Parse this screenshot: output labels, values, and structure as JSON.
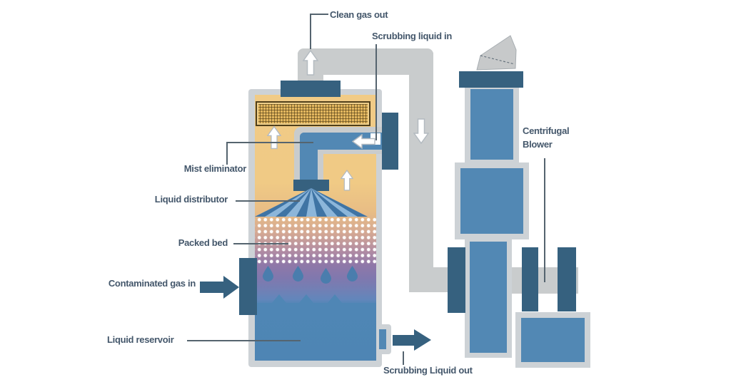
{
  "labels": {
    "clean_gas_out": "Clean gas out",
    "scrubbing_liquid_in": "Scrubbing liquid in",
    "mist_eliminator": "Mist eliminator",
    "liquid_distributor": "Liquid distributor",
    "packed_bed": "Packed bed",
    "contaminated_gas_in": "Contaminated gas in",
    "liquid_reservoir": "Liquid reservoir",
    "scrubbing_liquid_out": "Scrubbing Liquid out",
    "centrifugal_blower": "Centrifugal Blower"
  },
  "colors": {
    "dark_blue": "#36617f",
    "medium_blue": "#5288b4",
    "reservoir_blue": "#4f86b5",
    "light_blue": "#8cb6da",
    "cone_stripe_blue": "#3f74a4",
    "droplet_blue": "#4a7dad",
    "duct_gray": "#c9cccd",
    "shell_gray": "#cdd2d6",
    "mist_tan": "#e3b75f",
    "mist_border": "#503f1b",
    "label_text": "#44576b",
    "pointer_line": "#55646f",
    "arrow_outline": "#b3bac0"
  }
}
